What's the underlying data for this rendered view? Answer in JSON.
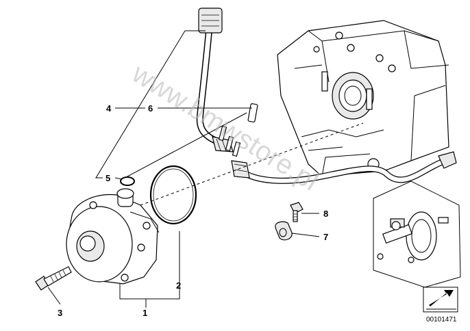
{
  "callouts": [
    {
      "id": "1",
      "text": "1"
    },
    {
      "id": "2",
      "text": "2"
    },
    {
      "id": "3",
      "text": "3"
    },
    {
      "id": "4",
      "text": "4"
    },
    {
      "id": "5",
      "text": "5"
    },
    {
      "id": "6",
      "text": "6"
    },
    {
      "id": "7",
      "text": "7"
    },
    {
      "id": "8",
      "text": "8"
    }
  ],
  "watermark": "www.bmwstore.pl",
  "diagram_code": "00101471"
}
